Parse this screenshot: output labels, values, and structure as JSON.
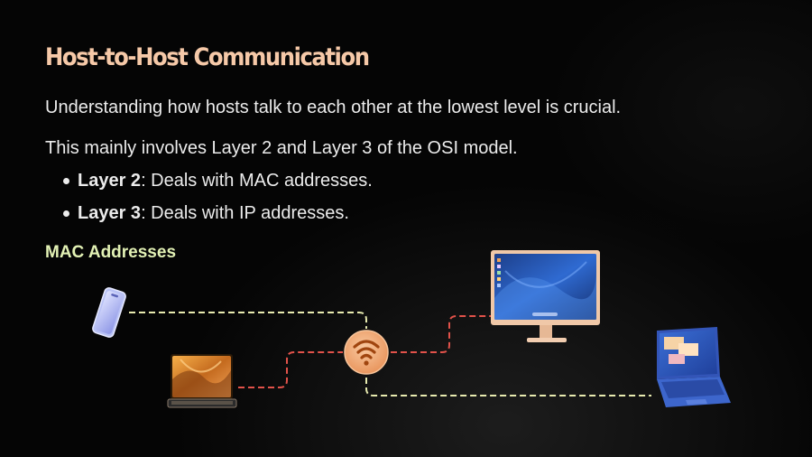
{
  "slide": {
    "title": "Host-to-Host Communication",
    "paragraph_1": "Understanding how hosts talk to each other at the lowest level is crucial.",
    "paragraph_2": "This mainly involves Layer 2 and Layer 3 of the OSI model.",
    "bullets": [
      {
        "label": "Layer 2",
        "text": ": Deals with MAC addresses."
      },
      {
        "label": "Layer 3",
        "text": ": Deals with IP addresses."
      }
    ],
    "subheading": "MAC Addresses"
  },
  "diagram": {
    "nodes": [
      "smartphone-icon",
      "tablet-icon",
      "wifi-router-icon",
      "desktop-monitor-icon",
      "laptop-icon"
    ],
    "link_colors": {
      "yellow": "#e8ebb0",
      "red": "#e2524a"
    },
    "accent_colors": {
      "router": "#f4b183",
      "title": "#f6c9a8",
      "subheading": "#e3f2b5"
    }
  }
}
